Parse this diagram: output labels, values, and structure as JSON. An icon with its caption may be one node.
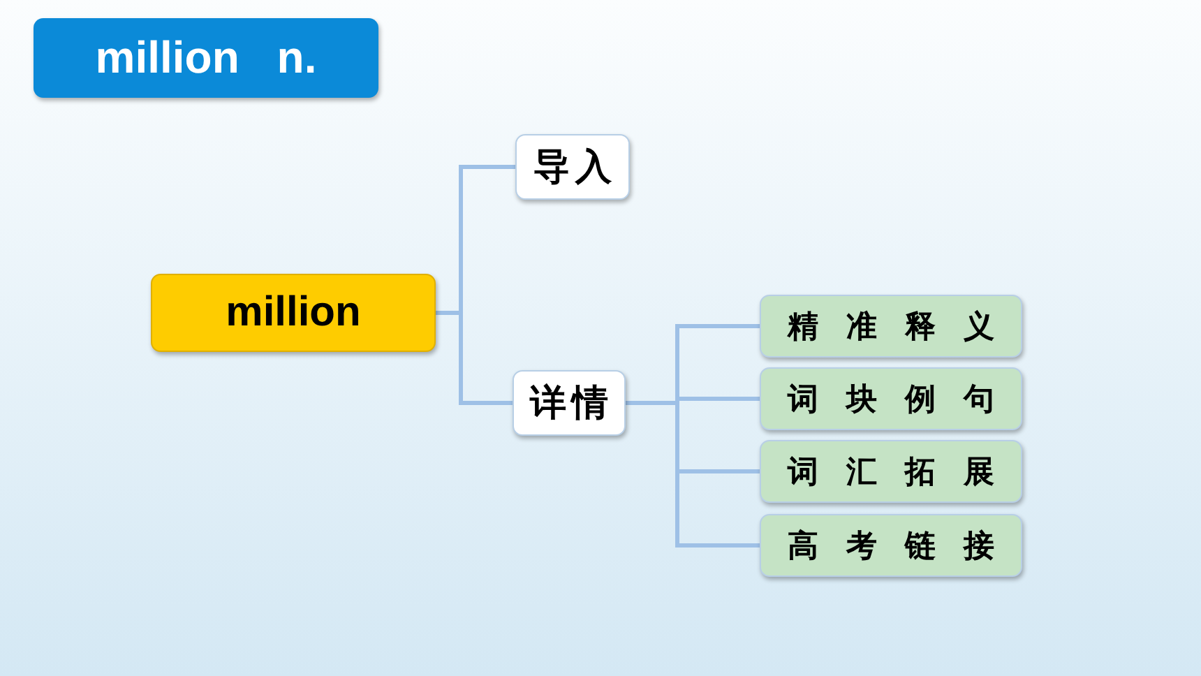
{
  "diagram": {
    "title": "million n.",
    "nodes": [
      {
        "text": [
          "million"
        ]
      },
      {
        "text": [
          "导入"
        ]
      },
      {
        "text": [
          "详情"
        ]
      },
      {
        "text": [
          "精准释义"
        ]
      },
      {
        "text": [
          "词块例句"
        ]
      },
      {
        "text": [
          "词汇拓展"
        ]
      },
      {
        "text": [
          "高考链接"
        ]
      }
    ],
    "edges": [
      {
        "from": 0,
        "to": 1,
        "arrow": "none"
      },
      {
        "from": 0,
        "to": 2,
        "arrow": "none"
      },
      {
        "from": 2,
        "to": 3,
        "arrow": "none"
      },
      {
        "from": 2,
        "to": 4,
        "arrow": "none"
      },
      {
        "from": 2,
        "to": 5,
        "arrow": "none"
      },
      {
        "from": 2,
        "to": 6,
        "arrow": "none"
      }
    ]
  }
}
